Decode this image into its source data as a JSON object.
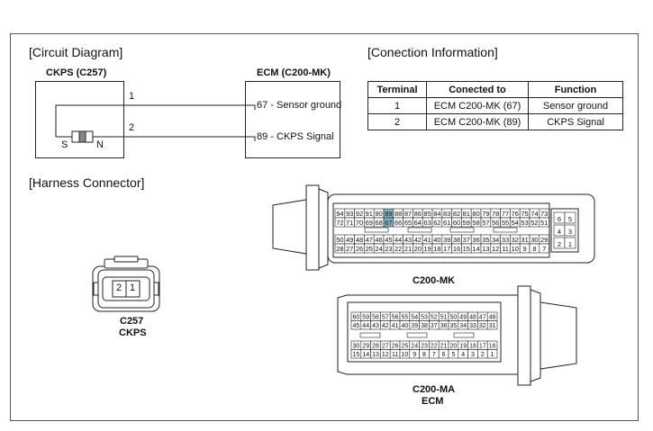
{
  "circuit": {
    "title": "[Circuit Diagram]",
    "sensor_label": "CKPS (C257)",
    "ecm_label": "ECM (C200-MK)",
    "wire1_num": "1",
    "wire2_num": "2",
    "pin_s": "S",
    "pin_n": "N",
    "ecm_pin1": "67 - Sensor ground",
    "ecm_pin2": "89 - CKPS Signal"
  },
  "connection": {
    "title": "[Conection Information]",
    "headers": [
      "Terminal",
      "Conected to",
      "Function"
    ],
    "rows": [
      [
        "1",
        "ECM C200-MK (67)",
        "Sensor ground"
      ],
      [
        "2",
        "ECM C200-MK (89)",
        "CKPS Signal"
      ]
    ]
  },
  "harness": {
    "title": "[Harness Connector]",
    "c257_pins": [
      "2",
      "1"
    ],
    "c257_label1": "C257",
    "c257_label2": "CKPS",
    "mk_label": "C200-MK",
    "ma_label1": "C200-MA",
    "ma_label2": "ECM",
    "mk_row1": [
      "94",
      "93",
      "92",
      "91",
      "90",
      "89",
      "88",
      "87",
      "86",
      "85",
      "84",
      "83",
      "82",
      "81",
      "80",
      "79",
      "78",
      "77",
      "76",
      "75",
      "74",
      "73"
    ],
    "mk_row2": [
      "72",
      "71",
      "70",
      "69",
      "68",
      "67",
      "66",
      "65",
      "64",
      "63",
      "62",
      "61",
      "60",
      "59",
      "58",
      "57",
      "56",
      "55",
      "54",
      "53",
      "52",
      "51"
    ],
    "mk_row3": [
      "50",
      "49",
      "48",
      "47",
      "46",
      "45",
      "44",
      "43",
      "42",
      "41",
      "40",
      "39",
      "38",
      "37",
      "36",
      "35",
      "34",
      "33",
      "32",
      "31",
      "30",
      "29"
    ],
    "mk_row4": [
      "28",
      "27",
      "26",
      "25",
      "24",
      "23",
      "22",
      "21",
      "20",
      "19",
      "18",
      "17",
      "16",
      "15",
      "14",
      "13",
      "12",
      "11",
      "10",
      "9",
      "8",
      "7"
    ],
    "mk_side": [
      [
        "6",
        "5"
      ],
      [
        "4",
        "3"
      ],
      [
        "2",
        "1"
      ]
    ],
    "mk_highlight": [
      "89",
      "67"
    ],
    "ma_row1": [
      "60",
      "59",
      "58",
      "57",
      "56",
      "55",
      "54",
      "53",
      "52",
      "51",
      "50",
      "49",
      "48",
      "47",
      "46"
    ],
    "ma_row2": [
      "45",
      "44",
      "43",
      "42",
      "41",
      "40",
      "39",
      "38",
      "37",
      "36",
      "35",
      "34",
      "33",
      "32",
      "31"
    ],
    "ma_row3": [
      "30",
      "29",
      "28",
      "27",
      "26",
      "25",
      "24",
      "23",
      "22",
      "21",
      "20",
      "19",
      "18",
      "17",
      "16"
    ],
    "ma_row4": [
      "15",
      "14",
      "13",
      "12",
      "11",
      "10",
      "9",
      "8",
      "7",
      "6",
      "5",
      "4",
      "3",
      "2",
      "1"
    ],
    "highlight_color": "#7fb3c4"
  }
}
